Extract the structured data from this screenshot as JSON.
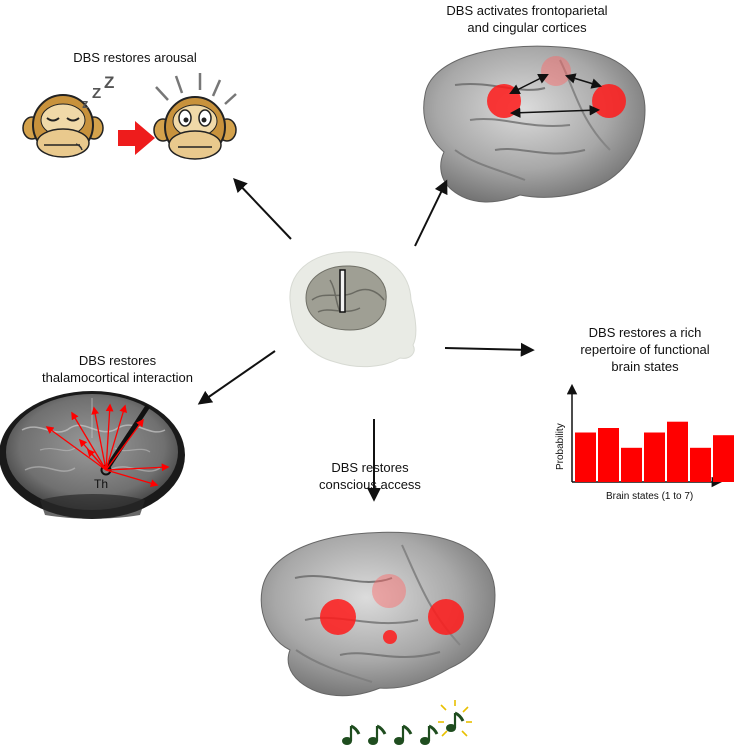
{
  "captions": {
    "arousal": "DBS restores arousal",
    "cortices_line1": "DBS activates frontoparietal",
    "cortices_line2": "and cingular cortices",
    "thalamo_line1": "DBS restores",
    "thalamo_line2": "thalamocortical interaction",
    "repertoire_line1": "DBS restores a rich",
    "repertoire_line2": "repertoire of functional",
    "repertoire_line3": "brain states",
    "access_line1": "DBS restores",
    "access_line2": "conscious access"
  },
  "mri": {
    "thalamus_label": "Th"
  },
  "chart_data": {
    "type": "bar",
    "categories": [
      "1",
      "2",
      "3",
      "4",
      "5",
      "6",
      "7"
    ],
    "values": [
      0.55,
      0.6,
      0.38,
      0.55,
      0.67,
      0.38,
      0.52
    ],
    "ylabel": "Probability",
    "xlabel": "Brain states (1 to 7)",
    "ylim": [
      0,
      1
    ],
    "bar_color": "#ff0000",
    "grid": false
  },
  "colors": {
    "activation": "#ff0000",
    "arrow": "#111111",
    "note": "#1f4d1f",
    "glow": "#e8c000",
    "brain": "#a9a9a9"
  },
  "icons": [
    "sleeping-monkey-icon",
    "awake-monkey-icon",
    "transition-arrow-icon",
    "music-note-icon"
  ]
}
